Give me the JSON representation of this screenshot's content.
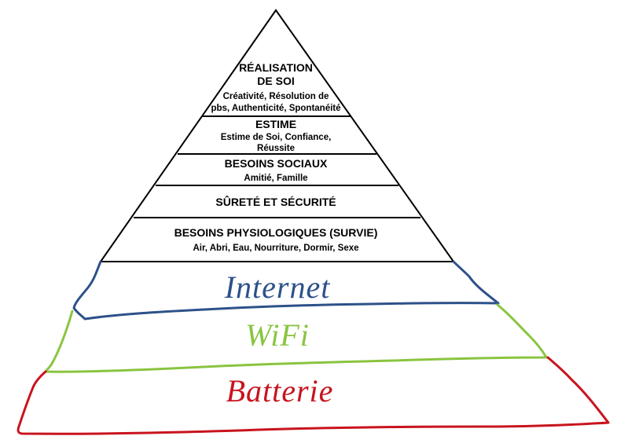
{
  "pyramid": {
    "levels": [
      {
        "id": "self-actualization",
        "title_lines": [
          "RÉALISATION",
          "DE SOI"
        ],
        "sub_lines": [
          "Créativité, Résolution de",
          "pbs, Authenticité, Spontanéité"
        ]
      },
      {
        "id": "esteem",
        "title_lines": [
          "ESTIME"
        ],
        "sub_lines": [
          "Estime de Soi, Confiance,",
          "Réussite"
        ]
      },
      {
        "id": "social",
        "title_lines": [
          "BESOINS SOCIAUX"
        ],
        "sub_lines": [
          "Amitié, Famille"
        ]
      },
      {
        "id": "safety",
        "title_lines": [
          "SÛRETÉ ET SÉCURITÉ"
        ],
        "sub_lines": []
      },
      {
        "id": "physiological",
        "title_lines": [
          "BESOINS PHYSIOLOGIQUES (SURVIE)"
        ],
        "sub_lines": [
          "Air, Abri, Eau, Nourriture, Dormir, Sexe"
        ]
      }
    ],
    "line_color": "#000000"
  },
  "added_layers": [
    {
      "id": "internet",
      "label": "Internet",
      "color": "#2d5189"
    },
    {
      "id": "wifi",
      "label": "WiFi",
      "color": "#8ac440"
    },
    {
      "id": "battery",
      "label": "Batterie",
      "color": "#c8141e"
    }
  ]
}
